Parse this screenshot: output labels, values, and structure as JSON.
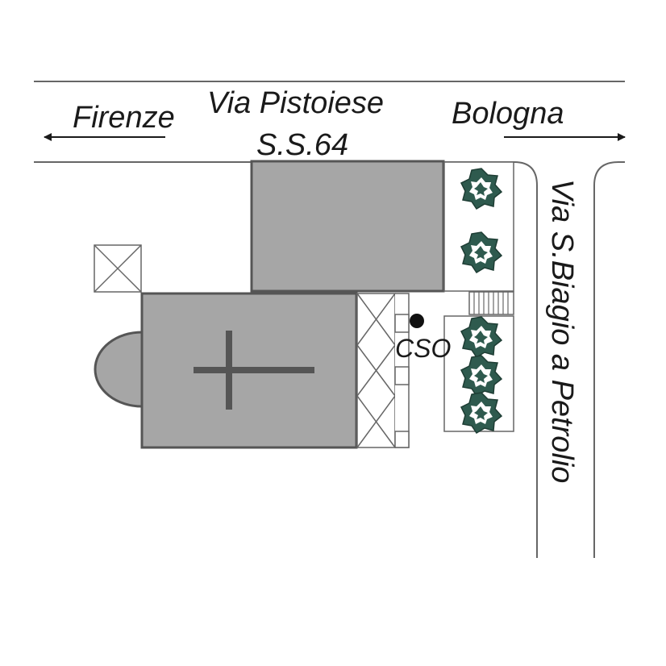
{
  "map": {
    "streets": {
      "main_name": "Via Pistoiese",
      "main_code": "S.S.64",
      "side_name": "Via S.Biagio a Petrolio"
    },
    "directions": {
      "west": "Firenze",
      "east": "Bologna"
    },
    "site": {
      "label": "CSO"
    }
  }
}
